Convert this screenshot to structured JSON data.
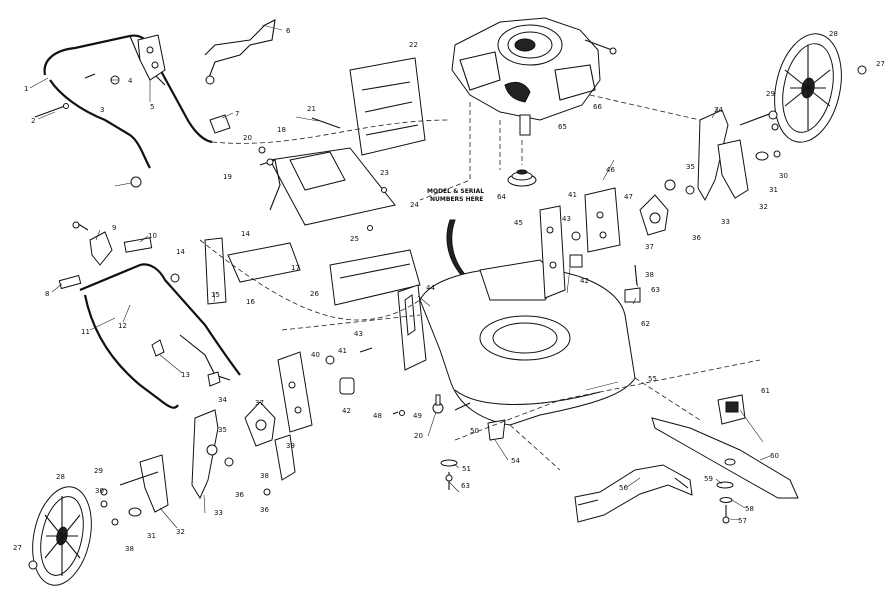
{
  "note": {
    "line1": "MODEL & SERIAL",
    "line2": "NUMBERS HERE"
  },
  "callouts": [
    {
      "id": "c1",
      "text": "1"
    },
    {
      "id": "c2",
      "text": "2"
    },
    {
      "id": "c3",
      "text": "3"
    },
    {
      "id": "c4",
      "text": "4"
    },
    {
      "id": "c5",
      "text": "5"
    },
    {
      "id": "c6",
      "text": "6"
    },
    {
      "id": "c7",
      "text": "7"
    },
    {
      "id": "c8",
      "text": "8"
    },
    {
      "id": "c9",
      "text": "9"
    },
    {
      "id": "c10",
      "text": "10"
    },
    {
      "id": "c11",
      "text": "11"
    },
    {
      "id": "c12",
      "text": "12"
    },
    {
      "id": "c13",
      "text": "13"
    },
    {
      "id": "c14a",
      "text": "14"
    },
    {
      "id": "c14b",
      "text": "14"
    },
    {
      "id": "c15",
      "text": "15"
    },
    {
      "id": "c16",
      "text": "16"
    },
    {
      "id": "c17",
      "text": "17"
    },
    {
      "id": "c18",
      "text": "18"
    },
    {
      "id": "c19",
      "text": "19"
    },
    {
      "id": "c20a",
      "text": "20"
    },
    {
      "id": "c20b",
      "text": "20"
    },
    {
      "id": "c21",
      "text": "21"
    },
    {
      "id": "c22",
      "text": "22"
    },
    {
      "id": "c23",
      "text": "23"
    },
    {
      "id": "c24",
      "text": "24"
    },
    {
      "id": "c25",
      "text": "25"
    },
    {
      "id": "c26",
      "text": "26"
    },
    {
      "id": "c27a",
      "text": "27"
    },
    {
      "id": "c27b",
      "text": "27"
    },
    {
      "id": "c28a",
      "text": "28"
    },
    {
      "id": "c28b",
      "text": "28"
    },
    {
      "id": "c29a",
      "text": "29"
    },
    {
      "id": "c29b",
      "text": "29"
    },
    {
      "id": "c30a",
      "text": "30"
    },
    {
      "id": "c30b",
      "text": "30"
    },
    {
      "id": "c31a",
      "text": "31"
    },
    {
      "id": "c31b",
      "text": "31"
    },
    {
      "id": "c32a",
      "text": "32"
    },
    {
      "id": "c32b",
      "text": "32"
    },
    {
      "id": "c33a",
      "text": "33"
    },
    {
      "id": "c33b",
      "text": "33"
    },
    {
      "id": "c34a",
      "text": "34"
    },
    {
      "id": "c34b",
      "text": "34"
    },
    {
      "id": "c35a",
      "text": "35"
    },
    {
      "id": "c35b",
      "text": "35"
    },
    {
      "id": "c36a",
      "text": "36"
    },
    {
      "id": "c36b",
      "text": "36"
    },
    {
      "id": "c36c",
      "text": "36"
    },
    {
      "id": "c37a",
      "text": "37"
    },
    {
      "id": "c37b",
      "text": "37"
    },
    {
      "id": "c38a",
      "text": "38"
    },
    {
      "id": "c38b",
      "text": "38"
    },
    {
      "id": "c38c",
      "text": "38"
    },
    {
      "id": "c39",
      "text": "39"
    },
    {
      "id": "c40",
      "text": "40"
    },
    {
      "id": "c41a",
      "text": "41"
    },
    {
      "id": "c41b",
      "text": "41"
    },
    {
      "id": "c42a",
      "text": "42"
    },
    {
      "id": "c42b",
      "text": "42"
    },
    {
      "id": "c43a",
      "text": "43"
    },
    {
      "id": "c43b",
      "text": "43"
    },
    {
      "id": "c44",
      "text": "44"
    },
    {
      "id": "c45",
      "text": "45"
    },
    {
      "id": "c46",
      "text": "46"
    },
    {
      "id": "c47",
      "text": "47"
    },
    {
      "id": "c48",
      "text": "48"
    },
    {
      "id": "c49",
      "text": "49"
    },
    {
      "id": "c50",
      "text": "50"
    },
    {
      "id": "c51",
      "text": "51"
    },
    {
      "id": "c54",
      "text": "54"
    },
    {
      "id": "c55",
      "text": "55"
    },
    {
      "id": "c56",
      "text": "56"
    },
    {
      "id": "c57",
      "text": "57"
    },
    {
      "id": "c58",
      "text": "58"
    },
    {
      "id": "c59",
      "text": "59"
    },
    {
      "id": "c60",
      "text": "60"
    },
    {
      "id": "c61",
      "text": "61"
    },
    {
      "id": "c62",
      "text": "62"
    },
    {
      "id": "c63a",
      "text": "63"
    },
    {
      "id": "c63b",
      "text": "63"
    },
    {
      "id": "c64",
      "text": "64"
    },
    {
      "id": "c65",
      "text": "65"
    },
    {
      "id": "c66",
      "text": "66"
    }
  ]
}
